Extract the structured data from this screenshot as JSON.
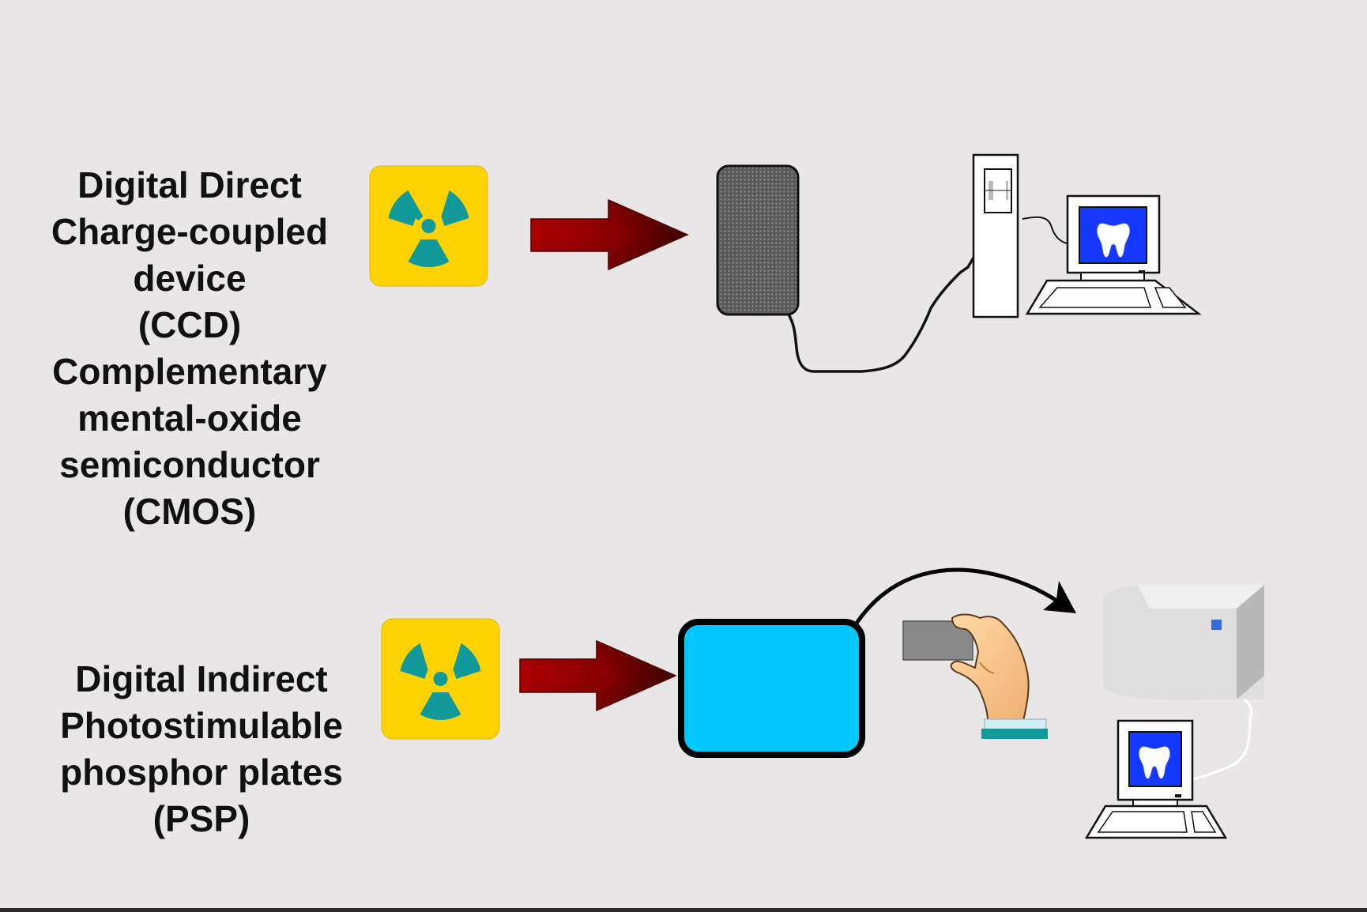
{
  "direct": {
    "lines": [
      "Digital Direct",
      "Charge-coupled",
      "device",
      "(CCD)",
      "Complementary",
      "mental-oxide",
      "semiconductor",
      "(CMOS)"
    ]
  },
  "indirect": {
    "lines": [
      "Digital Indirect",
      "Photostimulable",
      "phosphor plates",
      "(PSP)"
    ]
  },
  "icons": [
    "radiation-icon",
    "arrow-icon",
    "ccd-sensor-icon",
    "computer-tower-icon",
    "monitor-icon",
    "keyboard-icon",
    "tooth-icon",
    "psp-plate-icon",
    "hand-icon",
    "scanner-icon"
  ],
  "colors": {
    "background": "#e8e6e7",
    "radiation_bg": "#ffd200",
    "radiation_symbol": "#129a9a",
    "arrow": "#9b0000",
    "psp_plate": "#00c8ff",
    "screen": "#1438ff"
  }
}
